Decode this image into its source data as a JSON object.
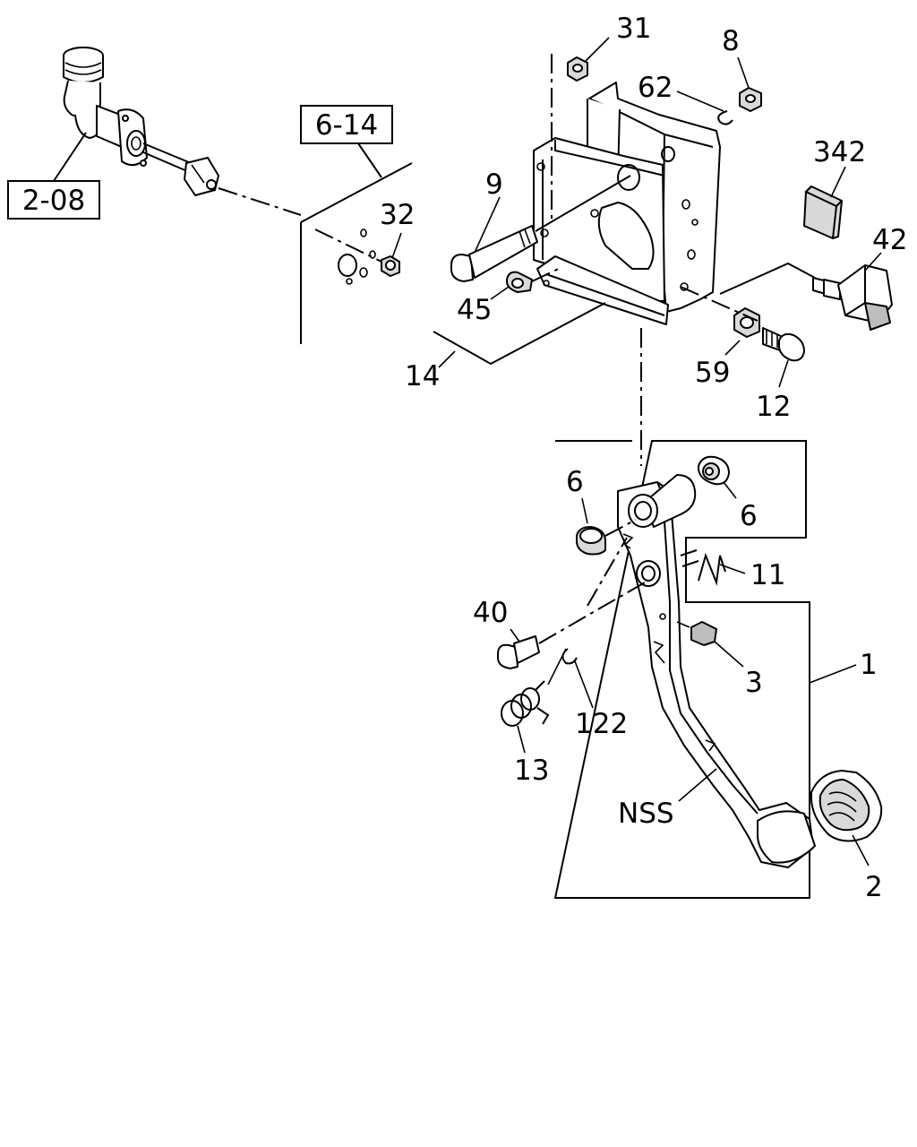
{
  "diagram": {
    "ref_boxes": [
      {
        "id": "ref-2-08",
        "label": "2-08"
      },
      {
        "id": "ref-6-14",
        "label": "6-14"
      }
    ],
    "callouts": [
      {
        "id": "31",
        "label": "31"
      },
      {
        "id": "8",
        "label": "8"
      },
      {
        "id": "62",
        "label": "62"
      },
      {
        "id": "342",
        "label": "342"
      },
      {
        "id": "42",
        "label": "42"
      },
      {
        "id": "9",
        "label": "9"
      },
      {
        "id": "32",
        "label": "32"
      },
      {
        "id": "45",
        "label": "45"
      },
      {
        "id": "14",
        "label": "14"
      },
      {
        "id": "59",
        "label": "59"
      },
      {
        "id": "12",
        "label": "12"
      },
      {
        "id": "6a",
        "label": "6"
      },
      {
        "id": "6b",
        "label": "6"
      },
      {
        "id": "11",
        "label": "11"
      },
      {
        "id": "40",
        "label": "40"
      },
      {
        "id": "3",
        "label": "3"
      },
      {
        "id": "1",
        "label": "1"
      },
      {
        "id": "122",
        "label": "122"
      },
      {
        "id": "13",
        "label": "13"
      },
      {
        "id": "NSS",
        "label": "NSS"
      },
      {
        "id": "2",
        "label": "2"
      }
    ]
  }
}
